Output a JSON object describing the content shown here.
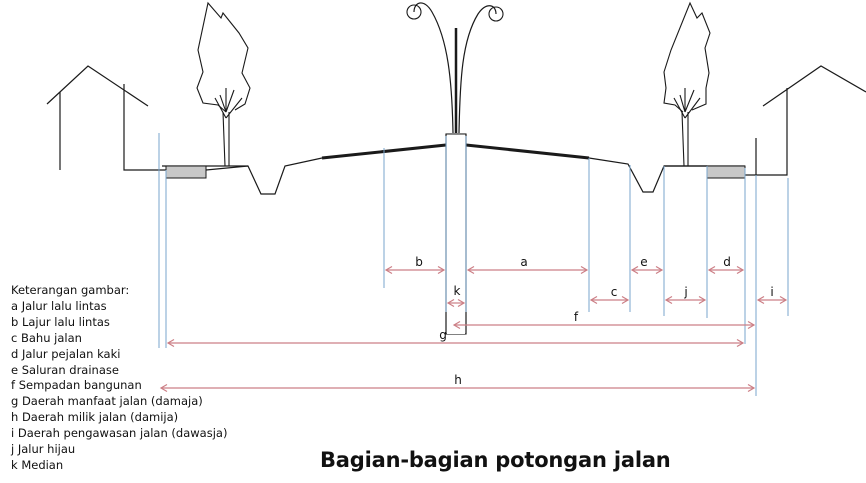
{
  "title": "Bagian-bagian potongan jalan",
  "legend": {
    "heading": "Keterangan gambar:",
    "items": [
      "a Jalur lalu lintas",
      "b Lajur lalu lintas",
      "c Bahu jalan",
      "d Jalur pejalan kaki",
      "e Saluran drainase",
      "f Sempadan bangunan",
      "g Daerah manfaat  jalan (damaja)",
      "h Daerah milik jalan (damija)",
      "i Daerah pengawasan  jalan (dawasja)",
      "j Jalur hijau",
      "k Median"
    ]
  },
  "dimensions": {
    "a": "a",
    "b": "b",
    "c": "c",
    "d": "d",
    "e": "e",
    "f": "f",
    "g": "g",
    "h": "h",
    "i": "i",
    "j": "j",
    "k": "k"
  },
  "colors": {
    "line": "#1a1a1a",
    "guide": "#7aa6cc",
    "arrow": "#cc7f86",
    "sidewalk": "#c8c8c8"
  }
}
